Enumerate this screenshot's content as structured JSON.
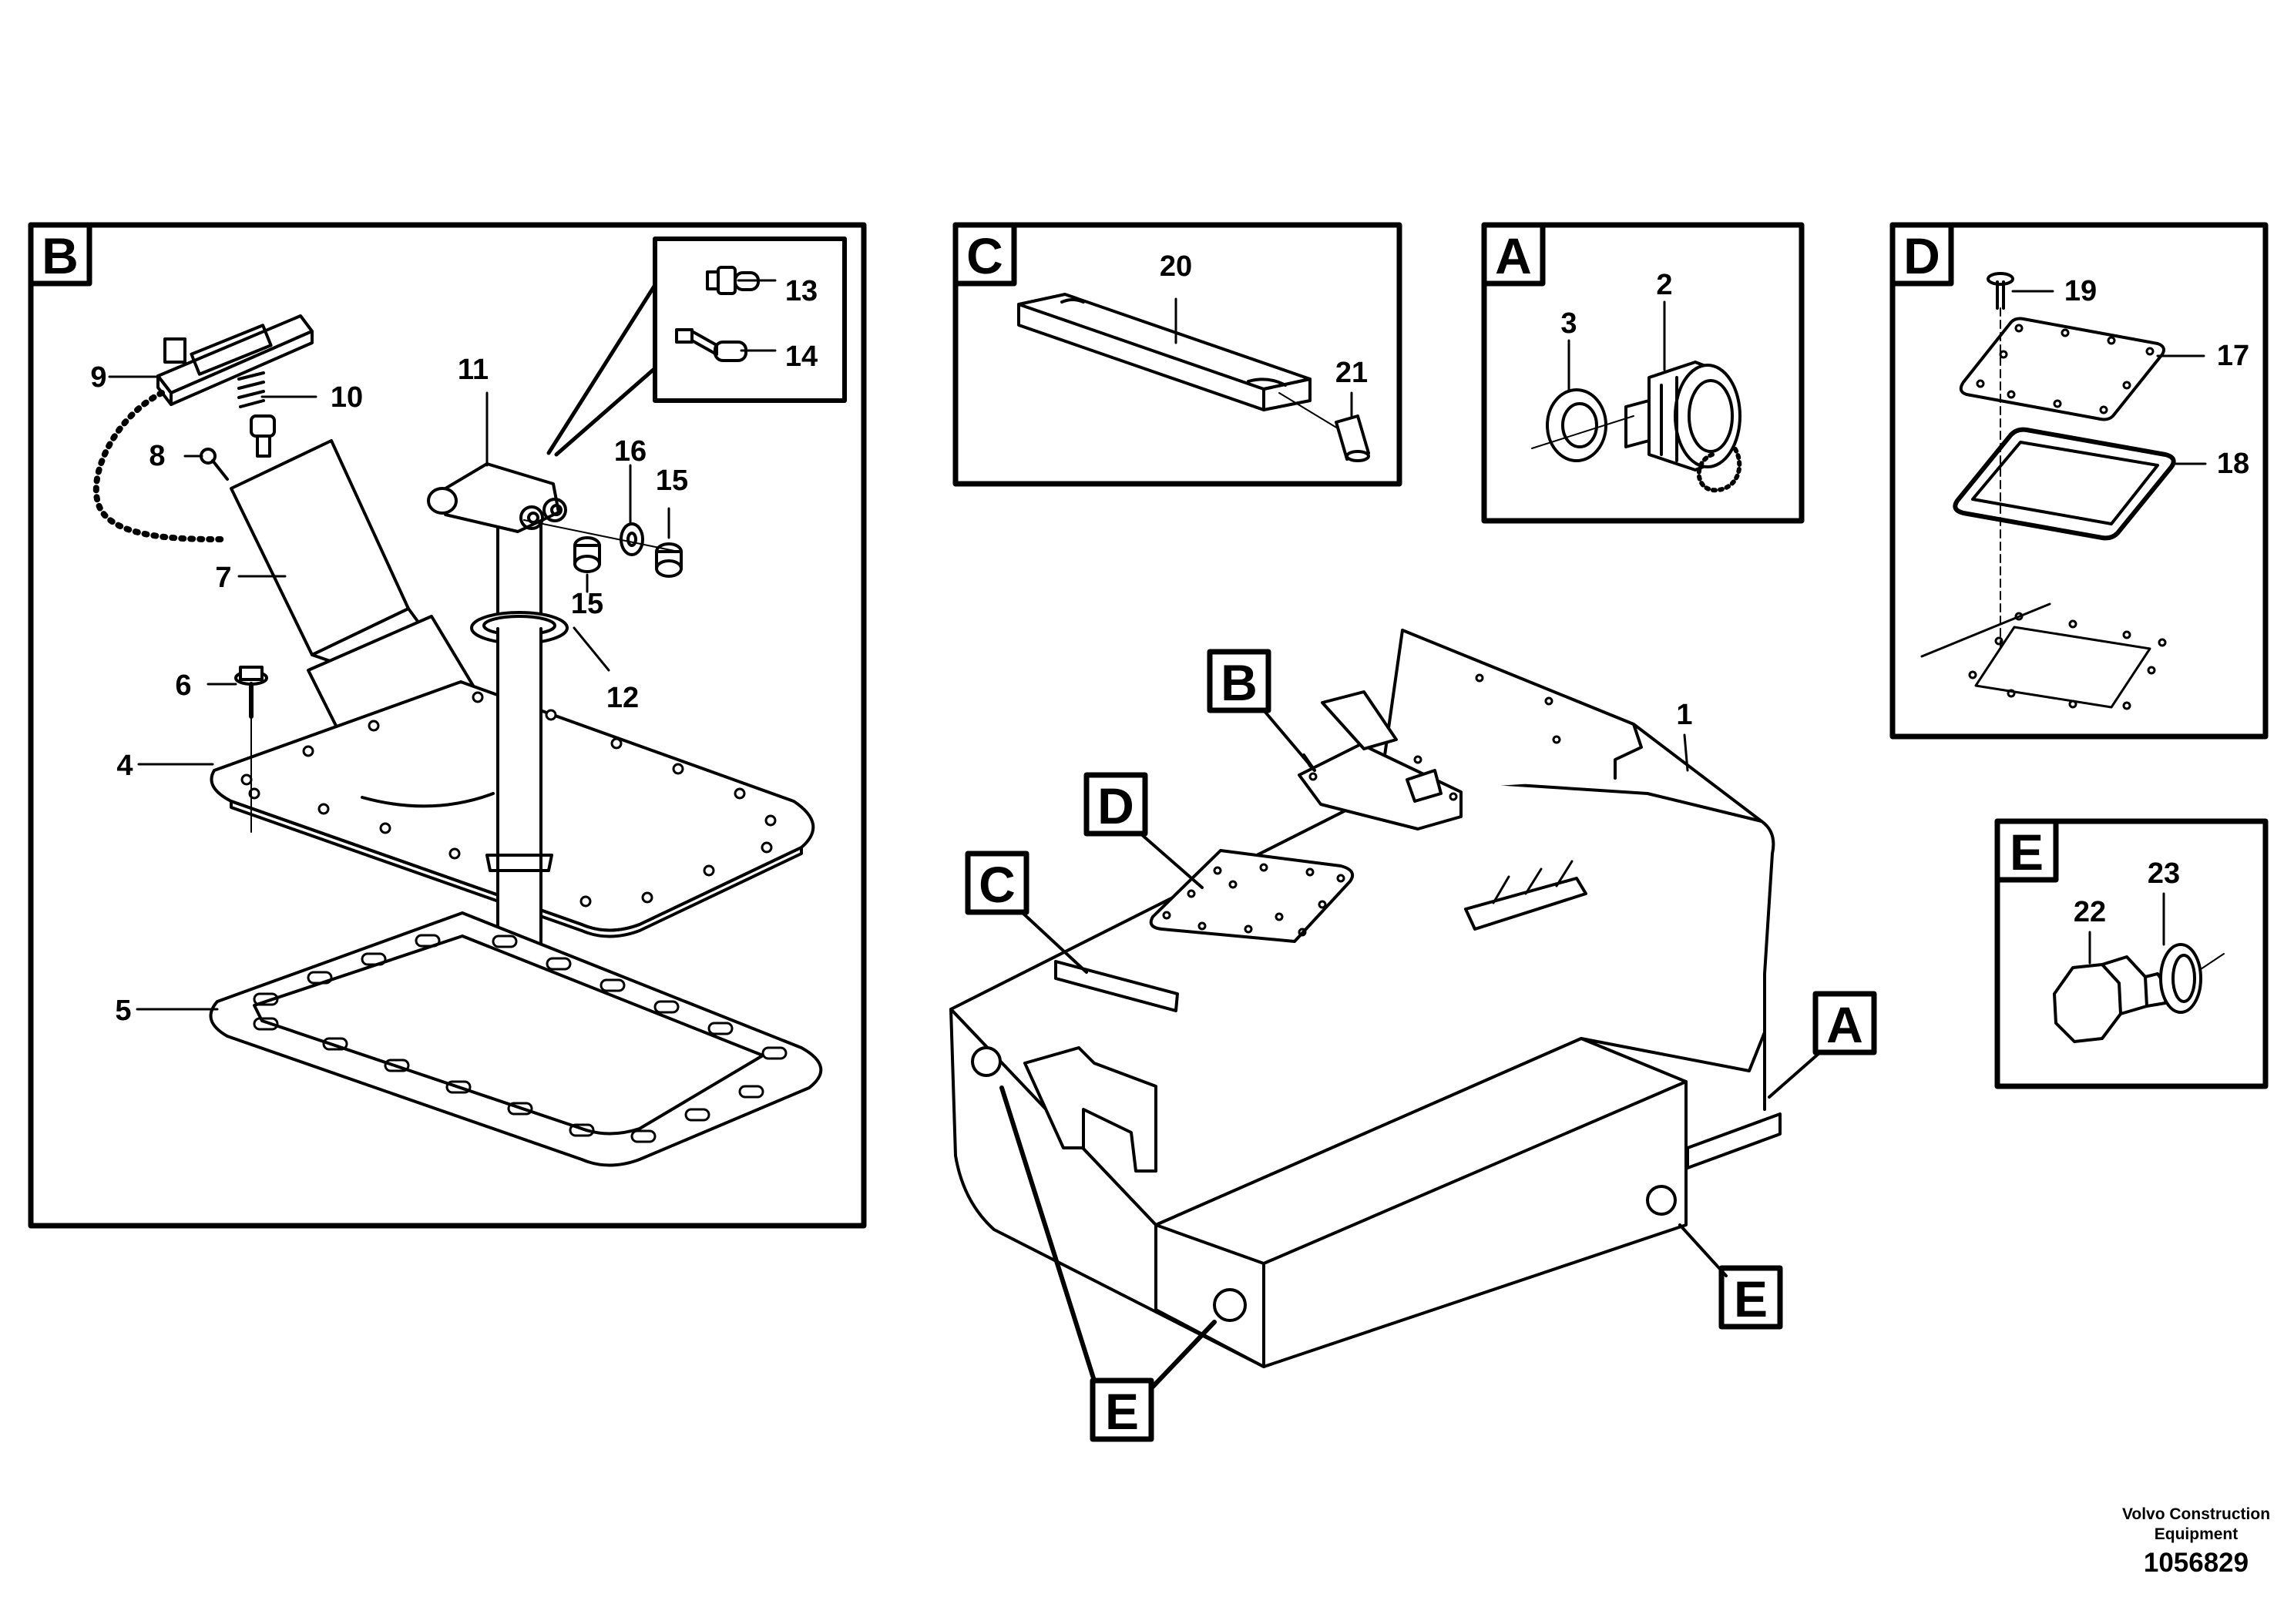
{
  "parts": {
    "p1": "1",
    "p2": "2",
    "p3": "3",
    "p4": "4",
    "p5": "5",
    "p6": "6",
    "p7": "7",
    "p8": "8",
    "p9": "9",
    "p10": "10",
    "p11": "11",
    "p12": "12",
    "p13": "13",
    "p14": "14",
    "p15": "15",
    "p16": "16",
    "p17": "17",
    "p18": "18",
    "p19": "19",
    "p20": "20",
    "p21": "21",
    "p22": "22",
    "p23": "23"
  },
  "views": {
    "a": "A",
    "b": "B",
    "c": "C",
    "d": "D",
    "e": "E"
  },
  "footer": {
    "brand_line1": "Volvo Construction",
    "brand_line2": "Equipment",
    "doc_number": "1056829"
  }
}
